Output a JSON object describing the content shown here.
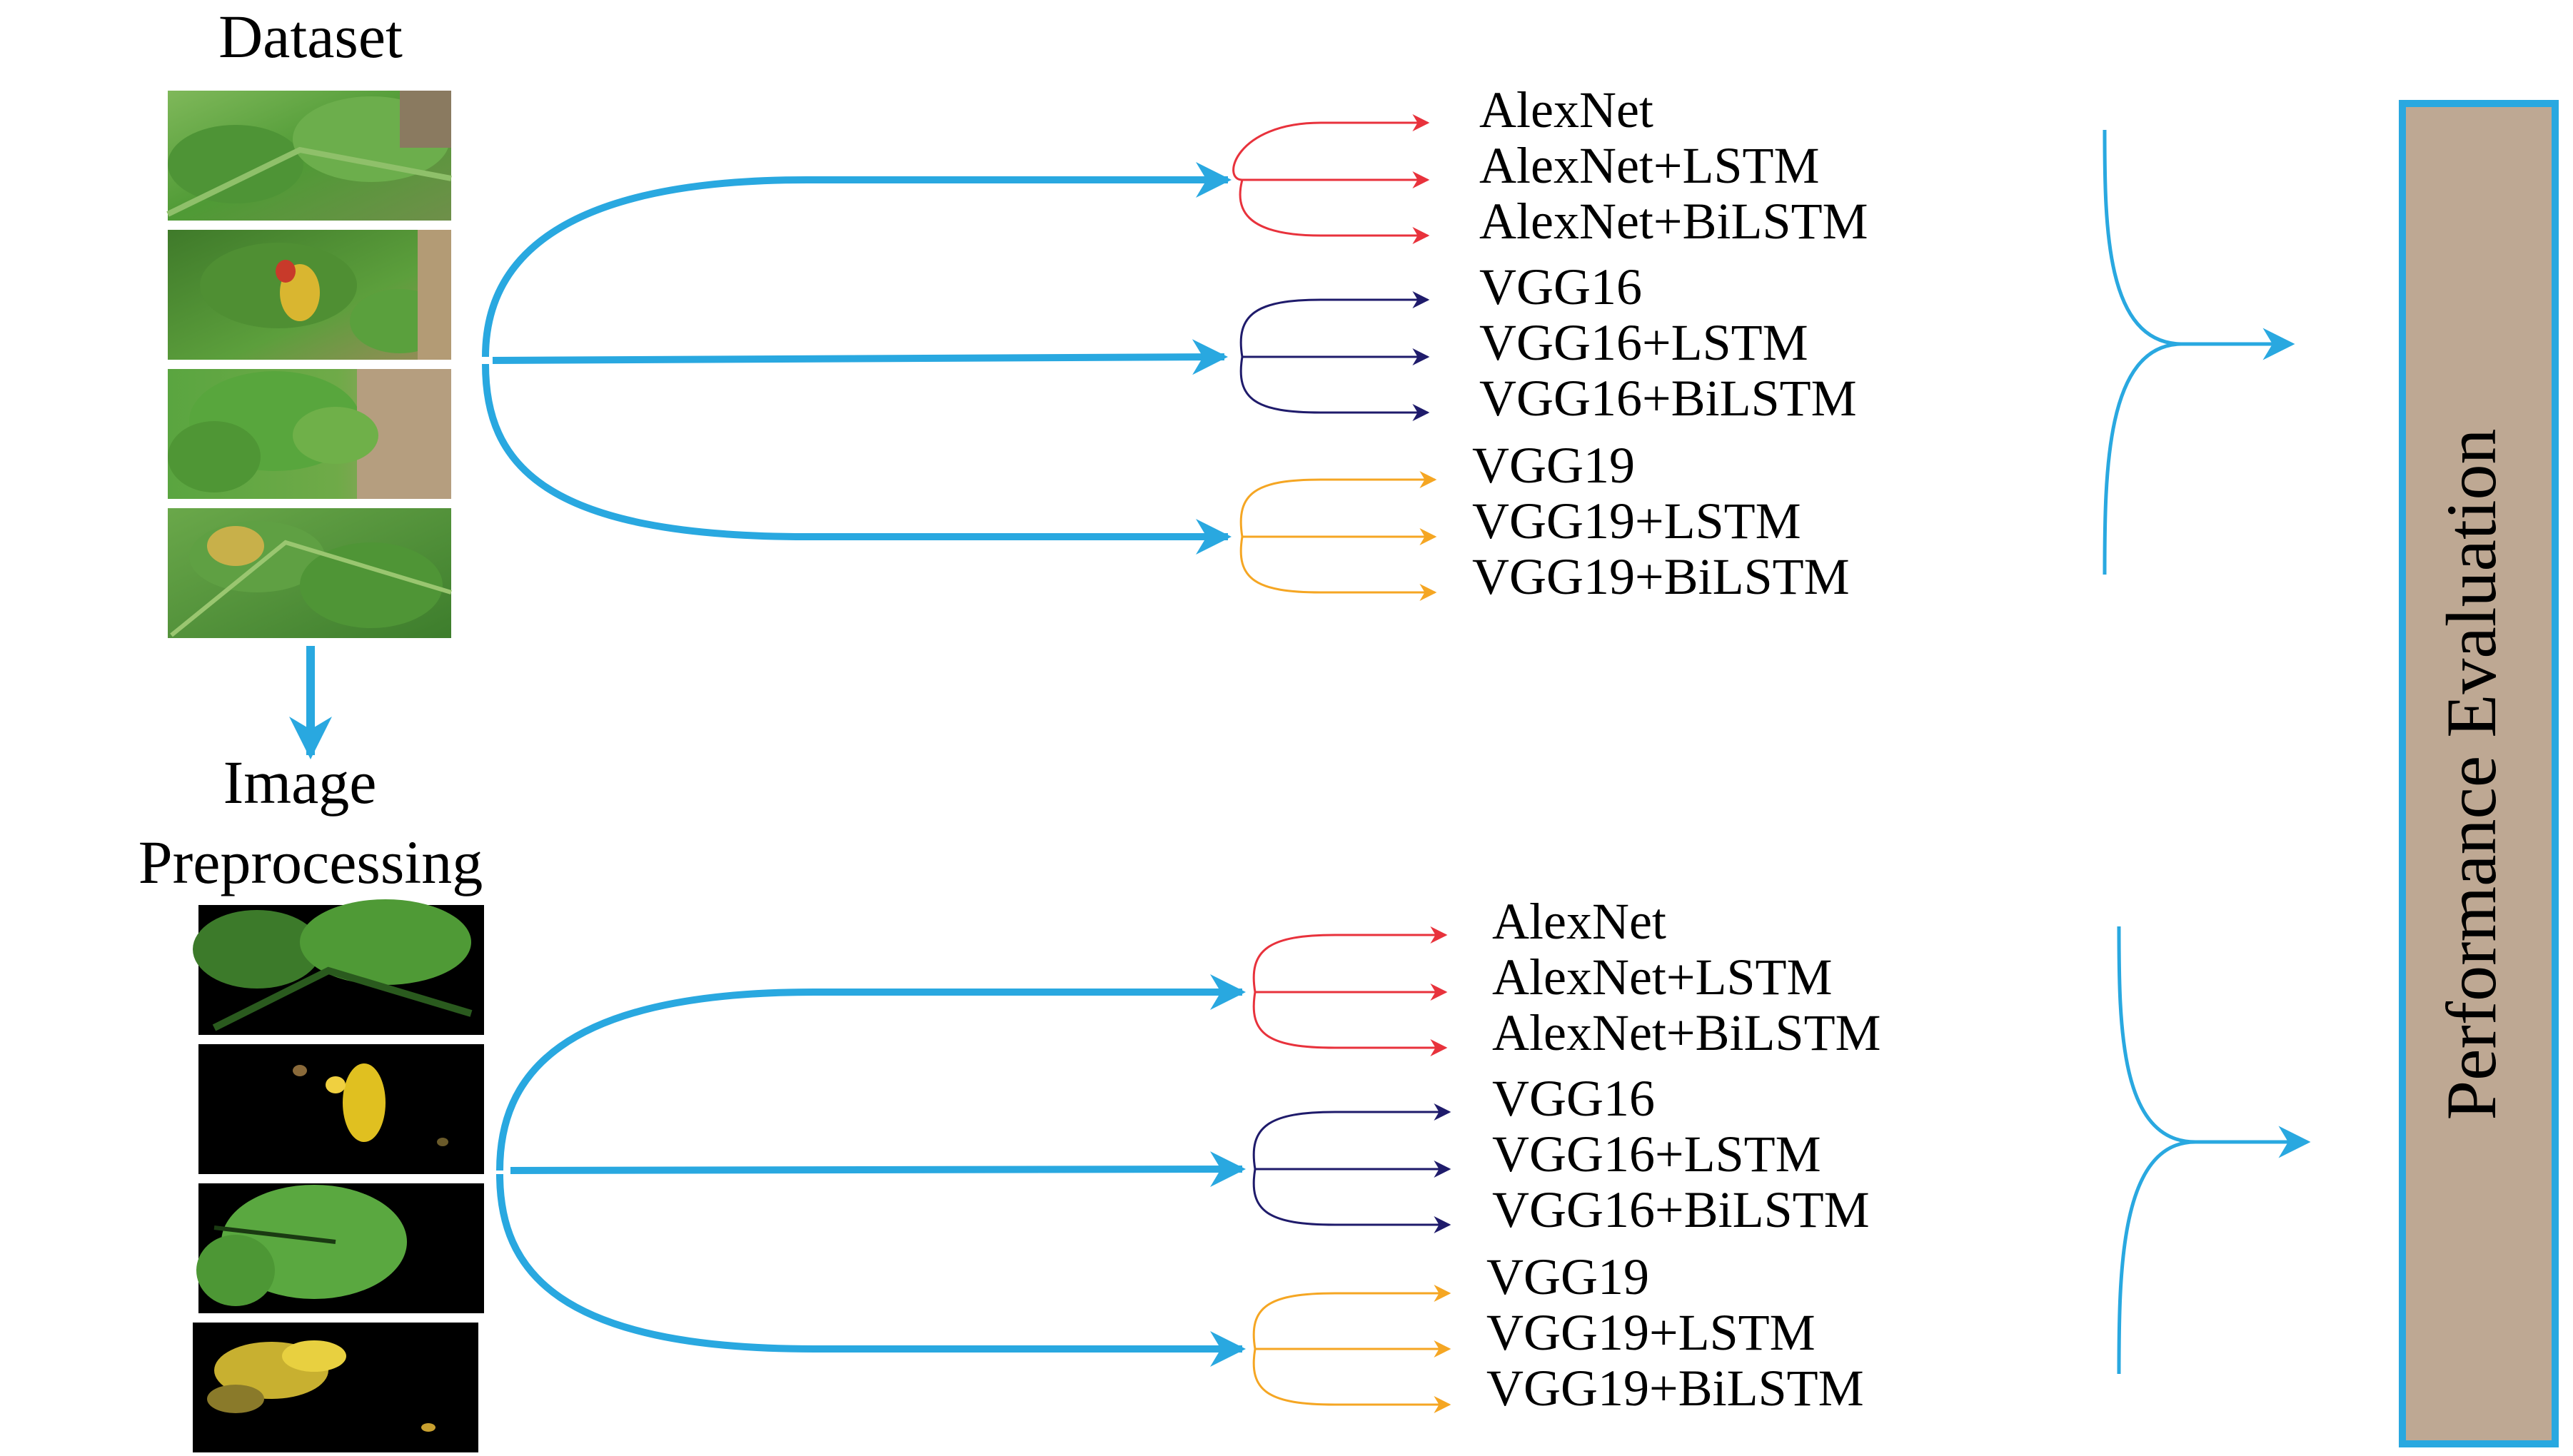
{
  "titles": {
    "dataset": "Dataset",
    "preprocessing_line1": "Image",
    "preprocessing_line2": "Preprocessing",
    "performance": "Performance Evaluation"
  },
  "colors": {
    "flow_arrow": "#29a8e0",
    "alexnet_group": "#e8323c",
    "vgg16_group": "#1f1b6b",
    "vgg19_group": "#f5a623",
    "eval_box_fill": "#bea893",
    "eval_box_border": "#29a8e0",
    "leaf_green": "#5a9a3a",
    "preproc_background": "#000000"
  },
  "pipelines": [
    {
      "name": "",
      "groups": [
        {
          "color_key": "alexnet_group",
          "models": [
            "AlexNet",
            "AlexNet+LSTM",
            "AlexNet+BiLSTM"
          ]
        },
        {
          "color_key": "vgg16_group",
          "models": [
            "VGG16",
            "VGG16+LSTM",
            "VGG16+BiLSTM"
          ]
        },
        {
          "color_key": "vgg19_group",
          "models": [
            "VGG19",
            "VGG19+LSTM",
            "VGG19+BiLSTM"
          ]
        }
      ]
    },
    {
      "name": "",
      "groups": [
        {
          "color_key": "alexnet_group",
          "models": [
            "AlexNet",
            "AlexNet+LSTM",
            "AlexNet+BiLSTM"
          ]
        },
        {
          "color_key": "vgg16_group",
          "models": [
            "VGG16",
            "VGG16+LSTM",
            "VGG16+BiLSTM"
          ]
        },
        {
          "color_key": "vgg19_group",
          "models": [
            "VGG19",
            "VGG19+LSTM",
            "VGG19+BiLSTM"
          ]
        }
      ]
    }
  ],
  "dataset_images": [
    "healthy-leaf-image",
    "angular-leaf-spot-image",
    "bean-leaf-image",
    "bean-rust-image"
  ],
  "preprocessed_images": [
    "segmented-healthy-leaf-image",
    "segmented-spot-image",
    "segmented-leaf-image",
    "segmented-rust-image"
  ]
}
